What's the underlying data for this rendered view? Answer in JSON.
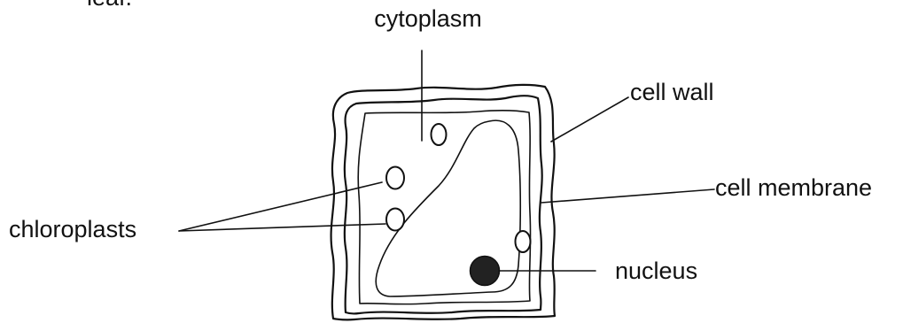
{
  "top_text_fragment": "leaf.",
  "labels": {
    "cytoplasm": "cytoplasm",
    "cell_wall": "cell wall",
    "cell_membrane": "cell membrane",
    "chloroplasts": "chloroplasts",
    "nucleus": "nucleus"
  },
  "colors": {
    "ink": "#111111",
    "nucleus_fill": "#222222",
    "background": "#ffffff"
  }
}
